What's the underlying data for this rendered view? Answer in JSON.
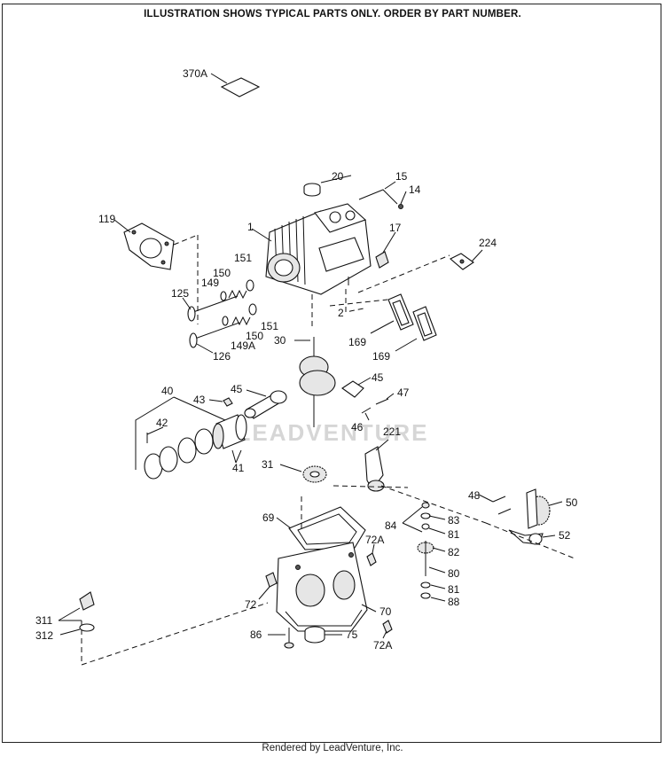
{
  "header": {
    "notice": "ILLUSTRATION SHOWS TYPICAL PARTS ONLY. ORDER BY PART NUMBER."
  },
  "watermark": {
    "text": "LEADVENTURE"
  },
  "footer": {
    "credit": "Rendered by LeadVenture, Inc."
  },
  "labels": {
    "p370A": "370A",
    "p20": "20",
    "p15": "15",
    "p14": "14",
    "p119": "119",
    "p1": "1",
    "p17": "17",
    "p224": "224",
    "p151a": "151",
    "p150a": "150",
    "p149": "149",
    "p125": "125",
    "p2": "2",
    "p151b": "151",
    "p150b": "150",
    "p149A": "149A",
    "p126": "126",
    "p30": "30",
    "p169a": "169",
    "p169b": "169",
    "p40": "40",
    "p43": "43",
    "p45a": "45",
    "p45b": "45",
    "p47": "47",
    "p42": "42",
    "p46": "46",
    "p221": "221",
    "p41": "41",
    "p31": "31",
    "p48": "48",
    "p50": "50",
    "p69": "69",
    "p84": "84",
    "p83": "83",
    "p81a": "81",
    "p52": "52",
    "p72Aa": "72A",
    "p82": "82",
    "p80": "80",
    "p72": "72",
    "p81b": "81",
    "p88": "88",
    "p311": "311",
    "p70": "70",
    "p312": "312",
    "p86": "86",
    "p75": "75",
    "p72Ab": "72A"
  }
}
